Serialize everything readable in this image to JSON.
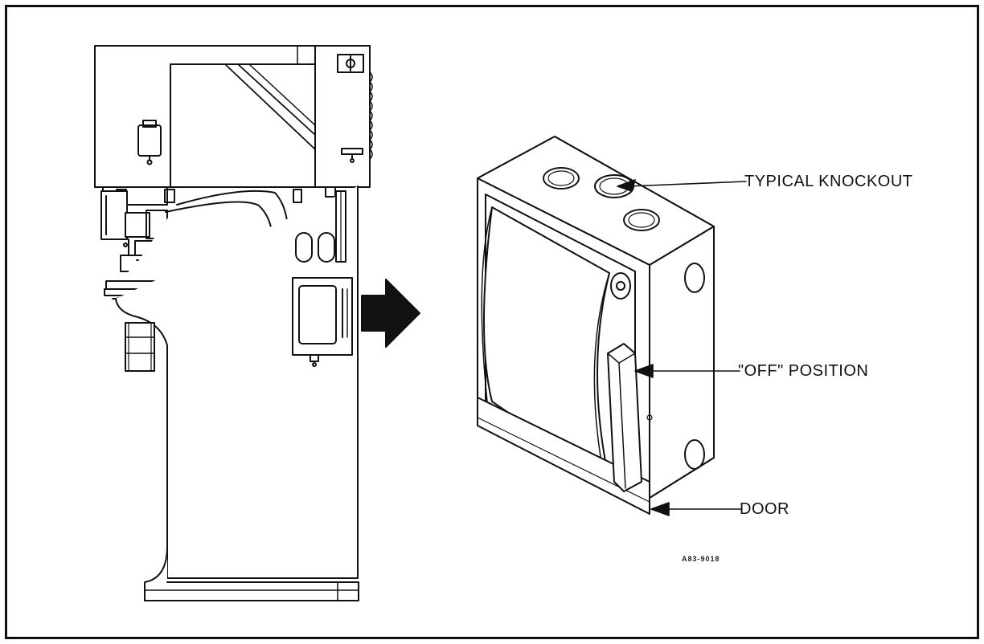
{
  "figure": {
    "callouts": {
      "knockout": "TYPICAL KNOCKOUT",
      "off_position": "\"OFF\" POSITION",
      "door": "DOOR"
    },
    "drawing_code": "A83-9018"
  },
  "colors": {
    "ink": "#111111",
    "paper": "#ffffff",
    "shade": "#e9e9e9"
  }
}
